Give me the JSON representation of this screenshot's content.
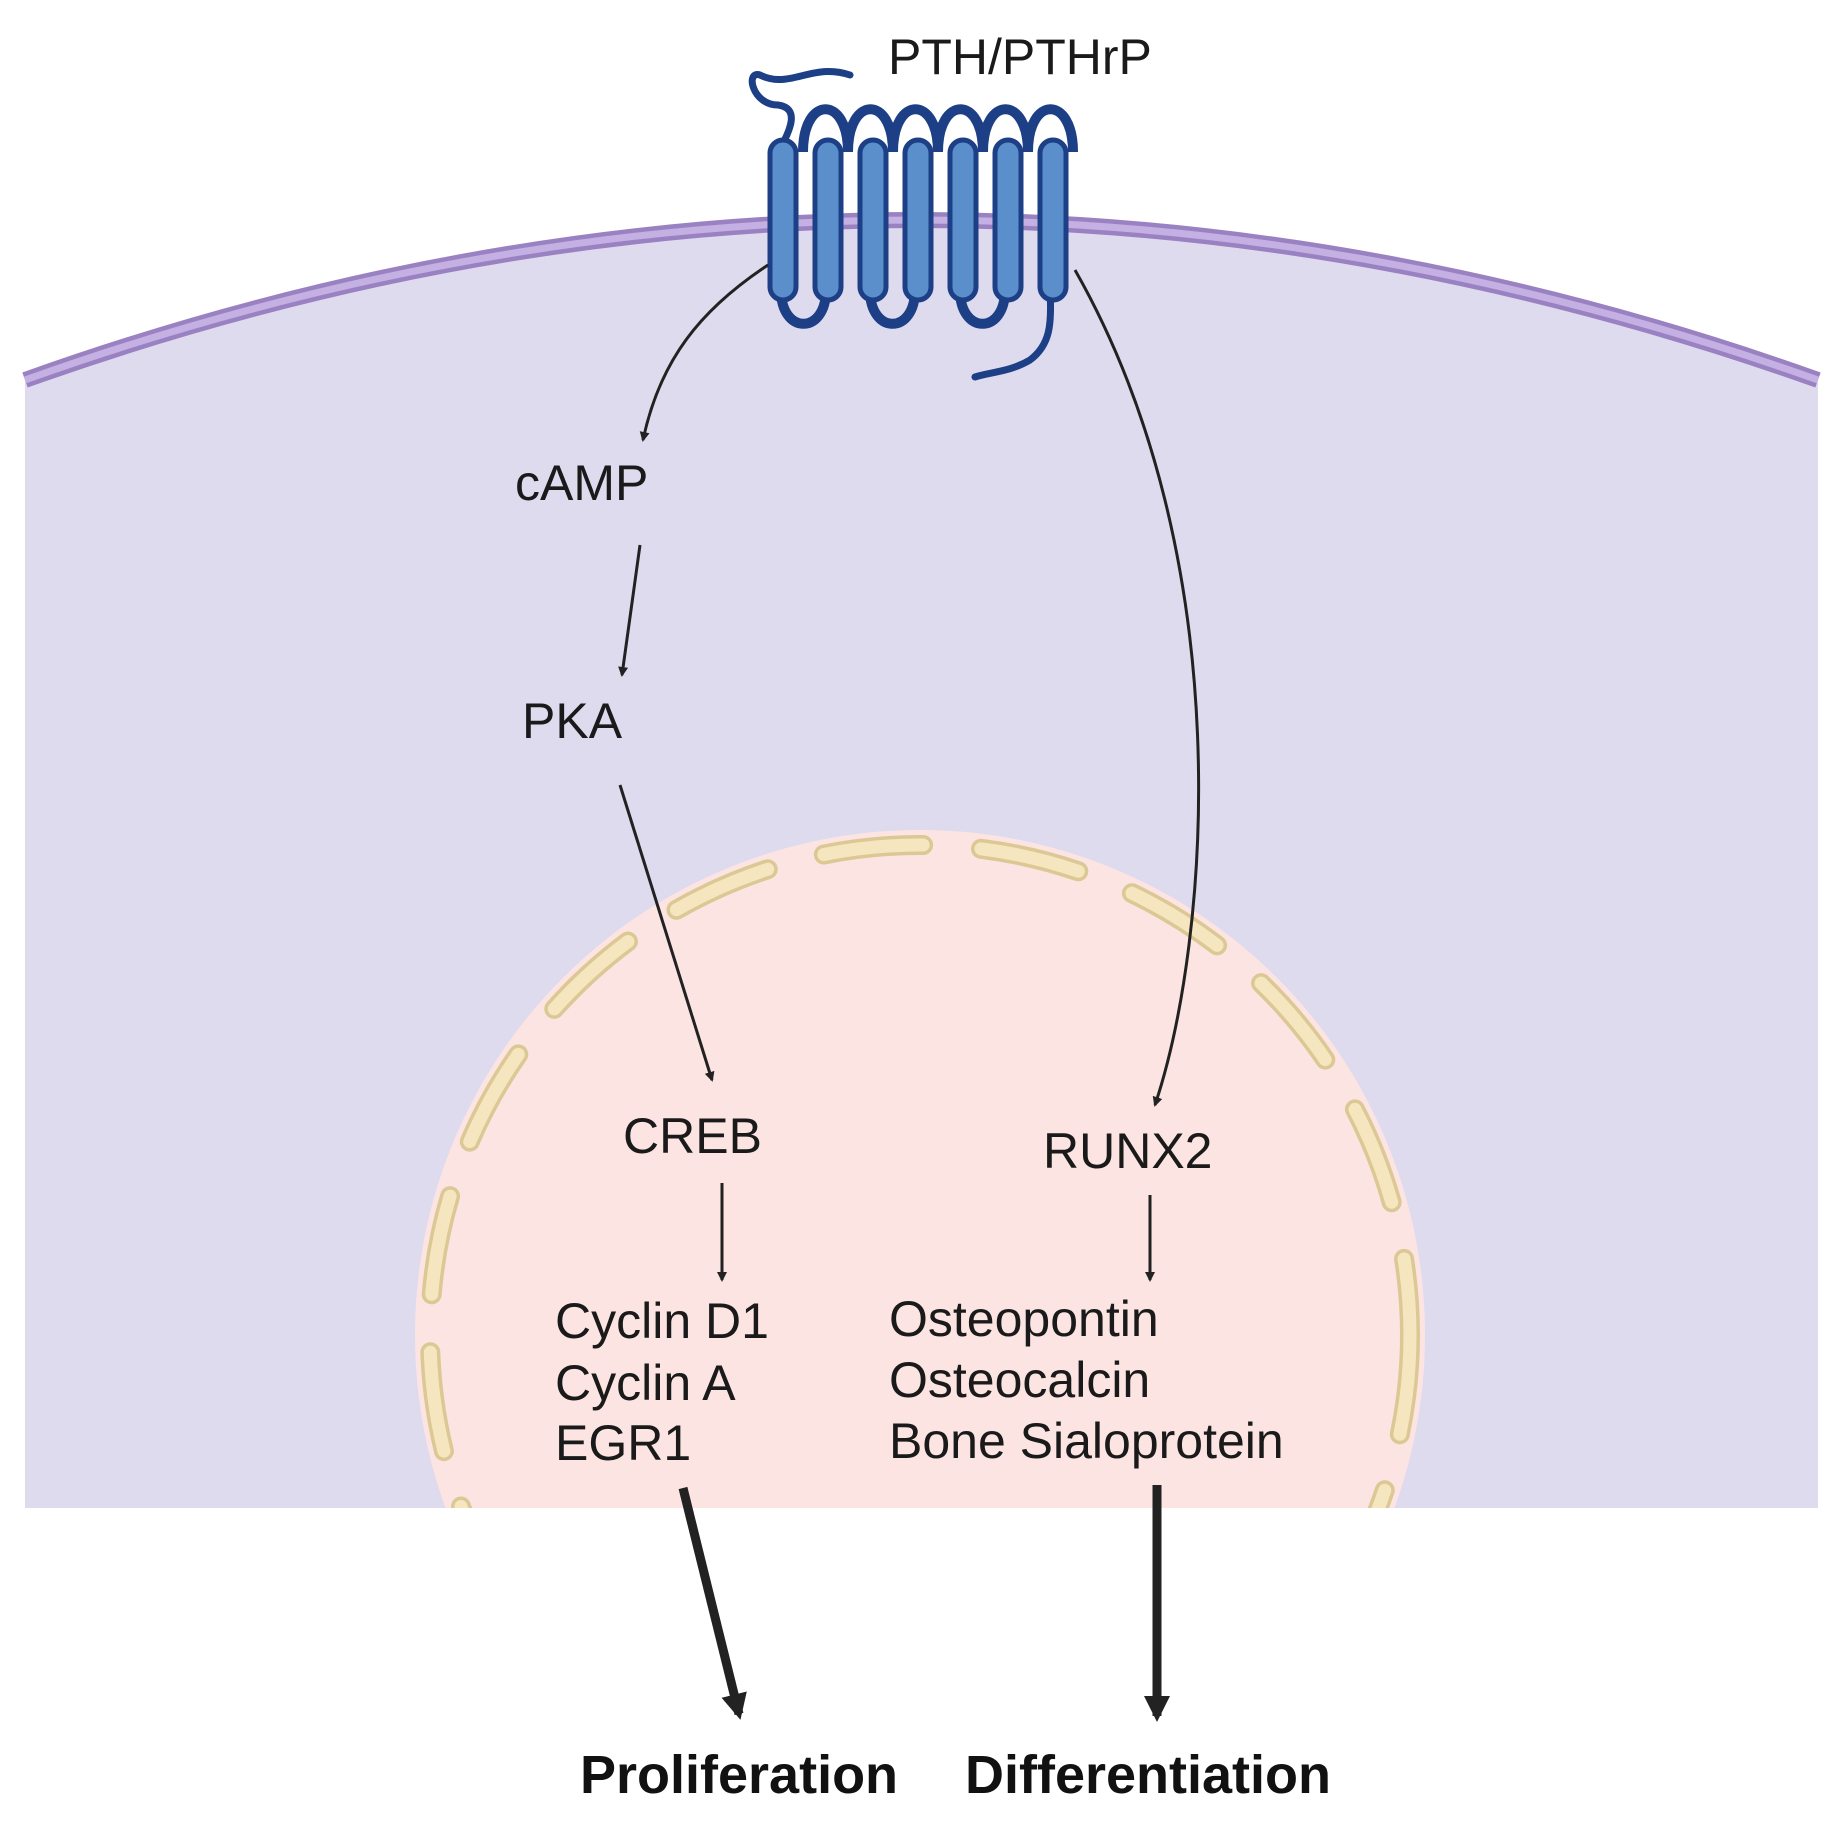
{
  "colors": {
    "cytoplasm": "#dfdbee",
    "membrane": "#b9a2d9",
    "membrane_edge": "#9a82c2",
    "nucleus": "#fce4e2",
    "nuclear_envelope_fill": "#f6e6bf",
    "nuclear_envelope_stroke": "#dcc894",
    "receptor_fill": "#5a8fcc",
    "receptor_stroke": "#1d3f86",
    "arrow": "#222222"
  },
  "labels": {
    "ligand": "PTH/PTHrP",
    "camp": "cAMP",
    "pka": "PKA",
    "creb": "CREB",
    "runx2": "RUNX2",
    "prolif_genes": [
      "Cyclin D1",
      "Cyclin A",
      "EGR1"
    ],
    "diff_genes": [
      "Osteopontin",
      "Osteocalcin",
      "Bone Sialoprotein"
    ],
    "proliferation": "Proliferation",
    "differentiation": "Differentiation"
  },
  "icons": {
    "receptor": "seven-transmembrane-receptor-icon"
  }
}
